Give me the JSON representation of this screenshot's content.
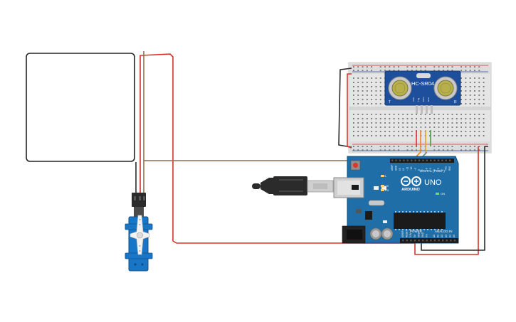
{
  "sensor": {
    "model": "HC-SR04",
    "pins": [
      "VCC",
      "Trig",
      "Echo",
      "Gnd"
    ],
    "side_left": "T",
    "side_right": "R"
  },
  "arduino": {
    "logo": "ARDUINO",
    "model": "UNO",
    "digital_label": "DIGITAL (PWM~)",
    "power_label": "POWER",
    "analog_label": "ANALOG IN",
    "led_tx": "TX",
    "led_rx": "RX",
    "led_l": "L",
    "led_on": "ON",
    "digital_pins": [
      "AREF",
      "GND",
      "13",
      "12",
      "~11",
      "~10",
      "~9",
      "8",
      "7",
      "~6",
      "~5",
      "4",
      "~3",
      "2",
      "TX1",
      "RX0"
    ],
    "power_pins": [
      "IOREF",
      "RESET",
      "3.3V",
      "5V",
      "GND",
      "GND",
      "Vin"
    ],
    "analog_pins": [
      "A0",
      "A1",
      "A2",
      "A3",
      "A4",
      "A5"
    ]
  },
  "colors": {
    "wire_red": "#d8322b",
    "wire_black": "#2b2b2b",
    "wire_brown": "#8b6e4e",
    "wire_orange": "#e8891e",
    "wire_yellow": "#d9a726",
    "wire_green": "#3fa33a",
    "wire_blue": "#4a90c8",
    "board_blue": "#1f6ea8",
    "servo_blue": "#1976c6"
  }
}
